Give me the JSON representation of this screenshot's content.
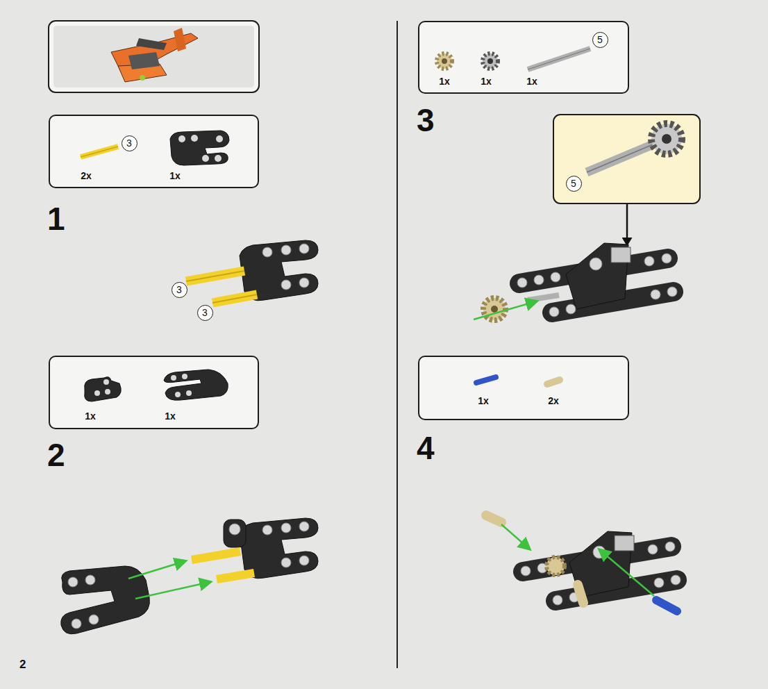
{
  "diagram": {
    "nodes": [
      {
        "text": [
          "2x",
          "1x"
        ]
      },
      {
        "text": [
          "3"
        ],
        "in": 0
      },
      {
        "text": [
          "3"
        ]
      },
      {
        "text": [
          "3"
        ]
      },
      {
        "text": [
          "1x",
          "1x"
        ]
      },
      {
        "text": [
          "1x",
          "1x",
          "1x"
        ]
      },
      {
        "text": [
          "5"
        ],
        "in": 5
      },
      {
        "text": [
          "5"
        ]
      },
      {
        "text": [
          "1x",
          "2x"
        ]
      }
    ],
    "labels": [
      "1",
      "2",
      "3",
      "4",
      "2"
    ]
  }
}
